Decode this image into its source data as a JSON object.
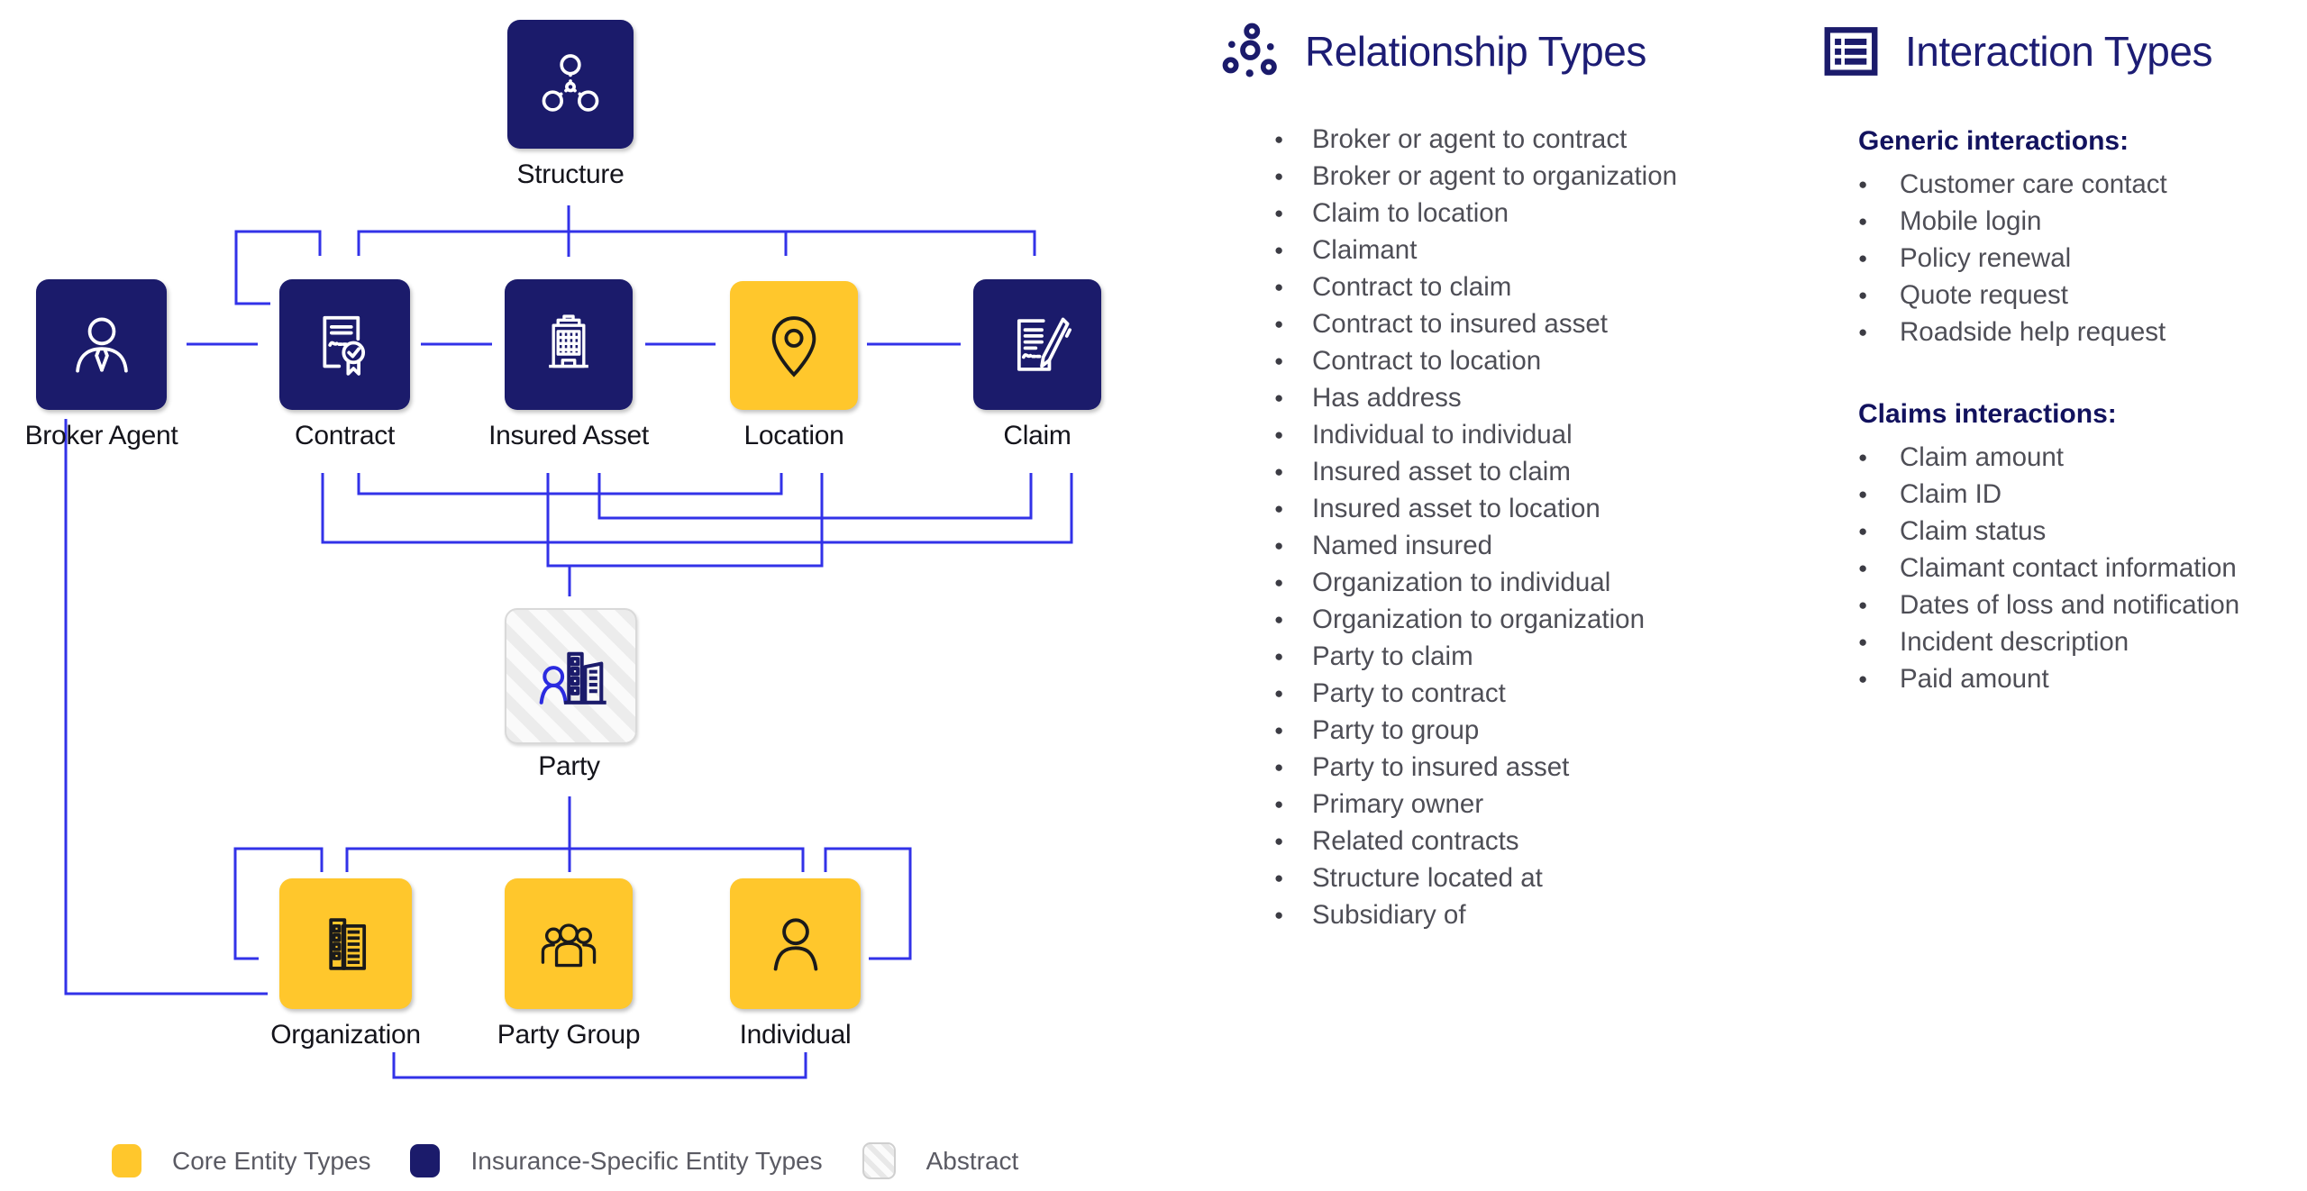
{
  "diagram": {
    "colors": {
      "core": "#FFC72C",
      "insurance": "#1B1B6B",
      "line": "#3232E8",
      "party_person_blue": "#2B2BE0"
    },
    "entities": [
      {
        "id": "structure",
        "label": "Structure",
        "type": "insurance",
        "icon": "network-icon"
      },
      {
        "id": "broker-agent",
        "label": "Broker Agent",
        "type": "insurance",
        "icon": "person-tie-icon"
      },
      {
        "id": "contract",
        "label": "Contract",
        "type": "insurance",
        "icon": "certificate-icon"
      },
      {
        "id": "insured-asset",
        "label": "Insured Asset",
        "type": "insurance",
        "icon": "building-icon"
      },
      {
        "id": "location",
        "label": "Location",
        "type": "core",
        "icon": "map-pin-icon"
      },
      {
        "id": "claim",
        "label": "Claim",
        "type": "insurance",
        "icon": "document-pen-icon"
      },
      {
        "id": "party",
        "label": "Party",
        "type": "abstract",
        "icon": "person-building-icon"
      },
      {
        "id": "organization",
        "label": "Organization",
        "type": "core",
        "icon": "org-list-icon"
      },
      {
        "id": "party-group",
        "label": "Party Group",
        "type": "core",
        "icon": "people-group-icon"
      },
      {
        "id": "individual",
        "label": "Individual",
        "type": "core",
        "icon": "person-icon"
      }
    ],
    "legend": [
      {
        "label": "Core Entity Types",
        "swatch": "core"
      },
      {
        "label": "Insurance-Specific Entity Types",
        "swatch": "insurance"
      },
      {
        "label": "Abstract",
        "swatch": "abstract"
      }
    ]
  },
  "relationships": {
    "title": "Relationship Types",
    "icon": "network-nodes-icon",
    "items": [
      "Broker or agent to contract",
      "Broker or agent to organization",
      "Claim to location",
      "Claimant",
      "Contract to claim",
      "Contract to insured asset",
      "Contract to location",
      "Has address",
      "Individual to individual",
      "Insured asset to claim",
      "Insured asset to location",
      "Named insured",
      "Organization to individual",
      "Organization to organization",
      "Party to claim",
      "Party to contract",
      "Party to group",
      "Party to insured asset",
      "Primary owner",
      "Related contracts",
      "Structure located at",
      "Subsidiary of"
    ]
  },
  "interactions": {
    "title": "Interaction Types",
    "icon": "boxed-list-icon",
    "groups": [
      {
        "heading": "Generic interactions:",
        "items": [
          "Customer care contact",
          "Mobile login",
          "Policy renewal",
          "Quote request",
          "Roadside help request"
        ]
      },
      {
        "heading": "Claims interactions:",
        "items": [
          "Claim amount",
          "Claim ID",
          "Claim status",
          "Claimant contact information",
          "Dates of loss and notification",
          "Incident description",
          "Paid amount"
        ]
      }
    ]
  }
}
